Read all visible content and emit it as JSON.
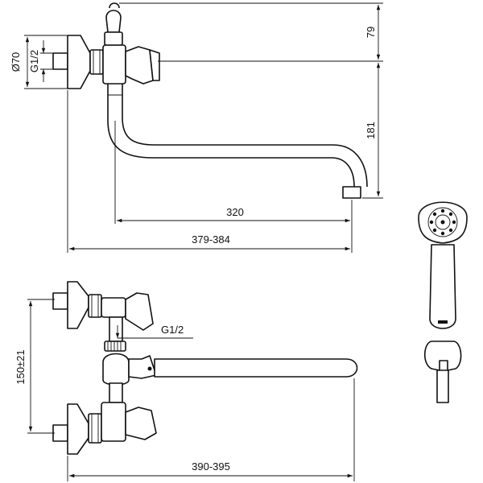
{
  "drawing": {
    "dimensions": {
      "diameter_flange": "Ø70",
      "thread_top": "G1/2",
      "height_top": "79",
      "spout_height": "181",
      "spout_reach": "320",
      "reach_total_top": "379-384",
      "thread_diverter": "G1/2",
      "inlet_spacing": "150±21",
      "reach_total_bottom": "390-395"
    },
    "views": [
      "side-view",
      "top-view",
      "hand-shower-view"
    ]
  }
}
